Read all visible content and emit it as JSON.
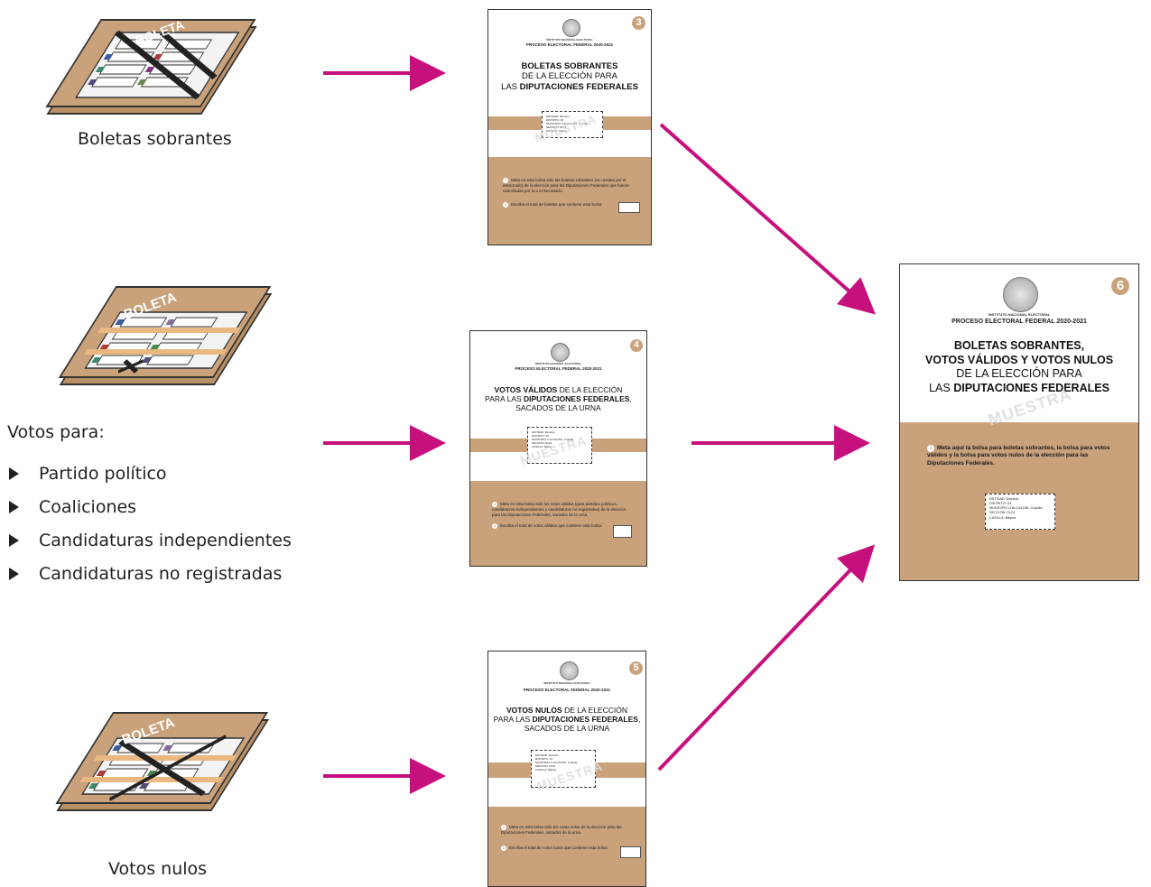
{
  "colors": {
    "arrow": "#c6107e",
    "kraft": "#c9a27c",
    "ink": "#222222"
  },
  "labels": {
    "sobrantes": "Boletas sobrantes",
    "votos_para": "Votos para:",
    "nulos": "Votos nulos"
  },
  "vote_types": [
    "Partido político",
    "Coaliciones",
    "Candidaturas independientes",
    "Candidaturas no registradas"
  ],
  "ballot_word": "BOLETA",
  "institute": "INSTITUTO NACIONAL ELECTORAL",
  "process": "PROCESO ELECTORAL FEDERAL 2020-2021",
  "watermark": "MUESTRA",
  "label_fields": [
    "ENTIDAD: Morelos",
    "DISTRITO: 03",
    "MUNICIPIO O ALCALDÍA: Cuautla",
    "SECCIÓN: 0123",
    "CASILLA: Básica"
  ],
  "bags": {
    "b3": {
      "number": "3",
      "title_bold_1": "BOLETAS SOBRANTES",
      "title_2": "DE LA ELECCIÓN PARA",
      "title_3a": "LAS ",
      "title_3b": "DIPUTACIONES FEDERALES",
      "step1": "Meta en esta bolsa sólo las boletas sobrantes (no usadas por el electorado) de la elección para las Diputaciones Federales que fueron canceladas por la o el Secretario.",
      "step2": "Escriba el total de boletas que contiene esta bolsa:"
    },
    "b4": {
      "number": "4",
      "title_1a": "VOTOS VÁLIDOS",
      "title_1b": " DE LA ELECCIÓN",
      "title_2a": "PARA LAS ",
      "title_2b": "DIPUTACIONES FEDERALES",
      "title_2c": ",",
      "title_3": "SACADOS DE LA URNA",
      "step1": "Meta en esta bolsa sólo los votos válidos (para partidos políticos, candidaturas independientes y candidaturas no registradas) de la elección para las Diputaciones Federales, sacados de la urna.",
      "step2": "Escriba el total de votos válidos que contiene esta bolsa:"
    },
    "b5": {
      "number": "5",
      "title_1a": "VOTOS NULOS",
      "title_1b": " DE LA ELECCIÓN",
      "title_2a": "PARA LAS ",
      "title_2b": "DIPUTACIONES FEDERALES",
      "title_2c": ",",
      "title_3": "SACADOS DE LA URNA",
      "step1": "Meta en esta bolsa sólo los votos nulos de la elección para las Diputaciones Federales, sacados de la urna.",
      "step2": "Escriba el total de votos nulos que contiene esta bolsa:"
    },
    "b6": {
      "number": "6",
      "title_1": "BOLETAS SOBRANTES,",
      "title_2": "VOTOS VÁLIDOS Y VOTOS NULOS",
      "title_3": "DE LA ELECCIÓN PARA",
      "title_4a": "LAS ",
      "title_4b": "DIPUTACIONES FEDERALES",
      "step1": "Meta aquí la bolsa para boletas sobrantes, la bolsa para votos válidos y la bolsa para votos nulos de la elección para las Diputaciones Federales."
    }
  }
}
